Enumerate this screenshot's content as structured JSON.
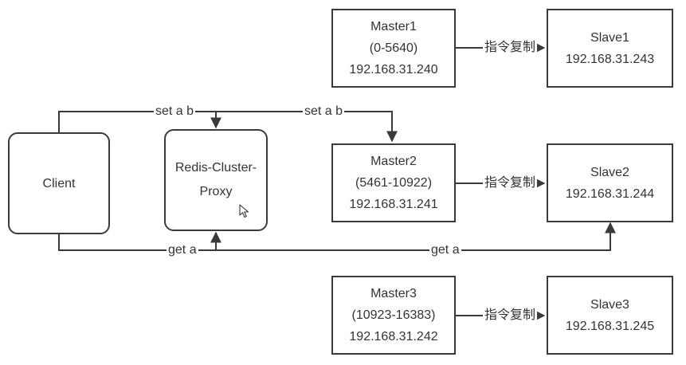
{
  "client": {
    "label": "Client"
  },
  "proxy": {
    "line1": "Redis-Cluster-",
    "line2": "Proxy"
  },
  "masters": [
    {
      "name": "Master1",
      "range": "(0-5640)",
      "ip": "192.168.31.240"
    },
    {
      "name": "Master2",
      "range": "(5461-10922)",
      "ip": "192.168.31.241"
    },
    {
      "name": "Master3",
      "range": "(10923-16383)",
      "ip": "192.168.31.242"
    }
  ],
  "slaves": [
    {
      "name": "Slave1",
      "ip": "192.168.31.243"
    },
    {
      "name": "Slave2",
      "ip": "192.168.31.244"
    },
    {
      "name": "Slave3",
      "ip": "192.168.31.245"
    }
  ],
  "replication_labels": [
    "指令复制",
    "指令复制",
    "指令复制"
  ],
  "edge_labels": {
    "set_to_proxy": "set a b",
    "set_to_master2": "set a b",
    "get_to_proxy": "get a",
    "get_to_slave2": "get a"
  },
  "colors": {
    "stroke": "#3a3a3a",
    "text": "#333333",
    "background": "#ffffff"
  },
  "icons": [
    "arrow-head-icon",
    "mouse-cursor-icon"
  ]
}
